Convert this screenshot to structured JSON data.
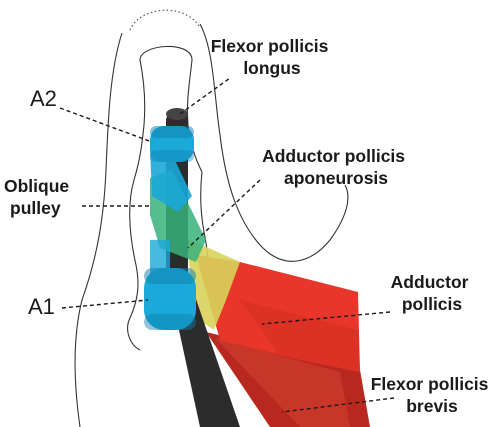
{
  "labels": {
    "flexor_pollicis_longus": [
      "Flexor pollicis",
      "longus"
    ],
    "a2": "A2",
    "adductor_pollicis_aponeurosis": [
      "Adductor pollicis",
      "aponeurosis"
    ],
    "oblique_pulley": [
      "Oblique",
      "pulley"
    ],
    "a1": "A1",
    "adductor_pollicis": [
      "Adductor",
      "pollicis"
    ],
    "flexor_pollicis_brevis": [
      "Flexor pollicis",
      "brevis"
    ]
  },
  "colors": {
    "tendon": "#2c2c2c",
    "pulley": "#1aa9d8",
    "pulley_dark": "#0d7fae",
    "oblique_pulley": "#38b27a",
    "aponeurosis": "#d7d35a",
    "adductor": "#e8362a",
    "brevis": "#b8281e",
    "outline": "#333333"
  }
}
